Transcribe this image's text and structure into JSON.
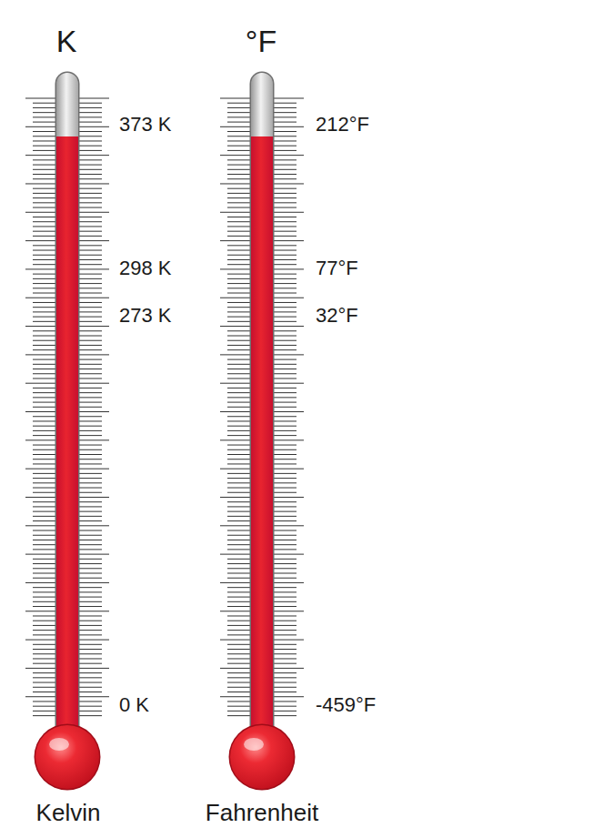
{
  "diagram": {
    "labels": [
      "K",
      "°F",
      "373 K",
      "212°F",
      "298 K",
      "77°F",
      "273 K",
      "32°F",
      "0 K",
      "-459°F",
      "Kelvin",
      "Fahrenheit"
    ]
  }
}
